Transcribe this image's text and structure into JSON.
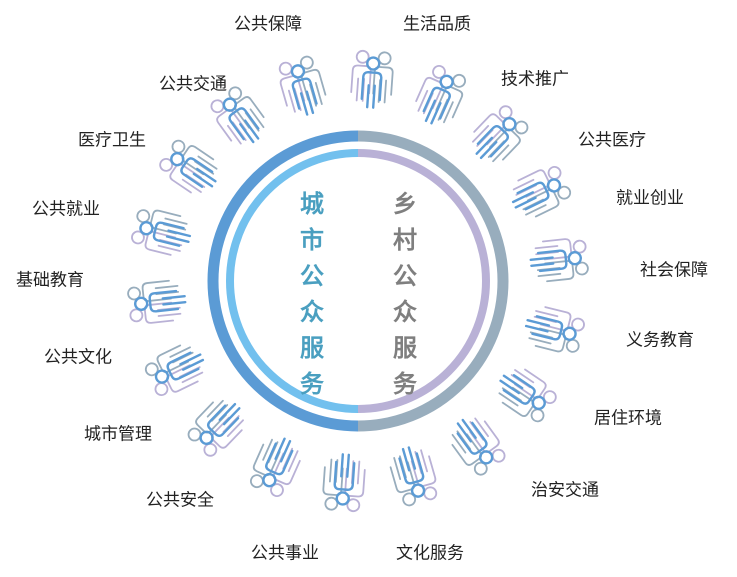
{
  "center": {
    "urban_title": "城市公众服务",
    "rural_title": "乡村公众服务"
  },
  "labels": [
    "公共保障",
    "生活品质",
    "技术推广",
    "公共医疗",
    "就业创业",
    "社会保障",
    "义务教育",
    "居住环境",
    "治安交通",
    "文化服务",
    "公共事业",
    "公共安全",
    "城市管理",
    "公共文化",
    "基础教育",
    "公共就业",
    "医疗卫生",
    "公共交通"
  ],
  "colors": {
    "urban_outer": "#5b9bd5",
    "urban_inner": "#72c0ee",
    "rural_outer": "#98adbd",
    "rural_inner": "#b9b1d6",
    "urban_text": "#4a9fc0",
    "rural_text": "#7f7f7f",
    "person_front": "#5b9bd5",
    "person_left": "#b9b1d6",
    "person_right": "#98adbd"
  },
  "icon_count": 18
}
